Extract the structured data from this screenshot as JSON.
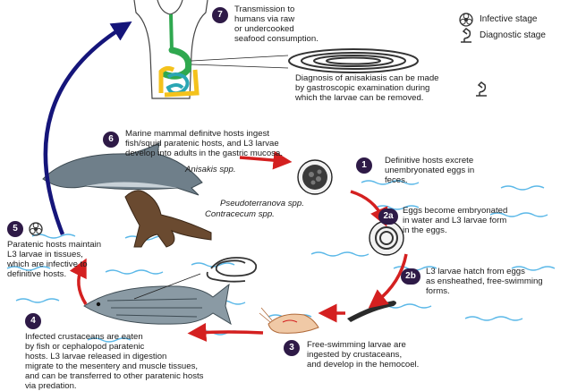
{
  "legend": {
    "infective": "Infective stage",
    "diagnostic": "Diagnostic stage"
  },
  "steps": {
    "s7": {
      "num": "7",
      "text": "Transmission to\nhumans via raw\nor undercooked\nseafood consumption."
    },
    "diag": {
      "text": "Diagnosis of anisakiasis can be made\nby gastroscopic examination during\nwhich the larvae can be removed."
    },
    "s6": {
      "num": "6",
      "text": "Marine mammal definitve hosts ingest\nfish/squid paratenic hosts, and L3 larvae\ndevelop into adults in the gastric mucosa."
    },
    "s1": {
      "num": "1",
      "text": "Definitive hosts excrete\nunembryonated eggs in\nfeces."
    },
    "s2a": {
      "num": "2a",
      "text": "Eggs become embryonated\nin water and L3 larvae form\nin the eggs."
    },
    "s2b": {
      "num": "2b",
      "text": "L3 larvae hatch from eggs\nas ensheathed, free-swimming\nforms."
    },
    "s3": {
      "num": "3",
      "text": "Free-swimming larvae are\ningested by crustaceans,\nand develop in the hemocoel."
    },
    "s4": {
      "num": "4",
      "text": "Infected crustaceans are eaten\nby fish or cephalopod paratenic\nhosts. L3 larvae released in digestion\nmigrate to the mesentery and muscle tissues,\nand can be transferred to other paratenic hosts\nvia predation."
    },
    "s5": {
      "num": "5",
      "text": "Paratenic hosts maintain\nL3 larvae in tissues,\nwhich are infective to\ndefinitive hosts."
    }
  },
  "species": {
    "anisakis": "Anisakis spp.",
    "pseudoterranova": "Pseudoterranova spp.",
    "contracaecum": "Contracecum spp."
  },
  "colors": {
    "badge": "#2e1a47",
    "arrow_red": "#d42020",
    "arrow_blue": "#15157a",
    "water": "#5bb8e8",
    "gut_green": "#2fa84f",
    "gut_yellow": "#f4c21c",
    "gut_teal": "#2aa6b4"
  }
}
